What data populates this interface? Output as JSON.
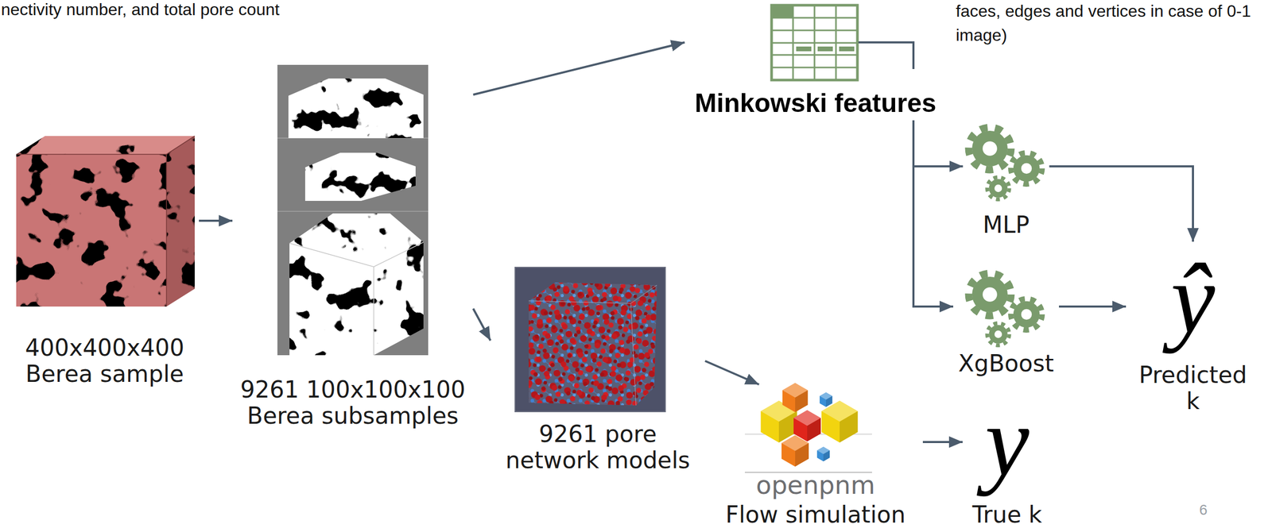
{
  "diagram": {
    "nodes": [
      {
        "text": [
          "400x400x400 Berea sample"
        ]
      },
      {
        "text": [
          "9261 100x100x100 Berea subsamples"
        ]
      },
      {
        "text": [
          "Minkowski features"
        ]
      },
      {
        "text": [
          "MLP"
        ]
      },
      {
        "text": [
          "XgBoost"
        ]
      },
      {
        "text": [
          "ŷ",
          "Predicted k"
        ]
      },
      {
        "text": [
          "9261 pore network models"
        ]
      },
      {
        "text": [
          "openpnm",
          "Flow simulation"
        ]
      },
      {
        "text": [
          "y",
          "True k"
        ]
      }
    ],
    "edges": [
      {
        "from": 0,
        "to": 1,
        "arrow": "to"
      },
      {
        "from": 1,
        "to": 2,
        "arrow": "to"
      },
      {
        "from": 1,
        "to": 6,
        "arrow": "to"
      },
      {
        "from": 2,
        "to": 3,
        "arrow": "to"
      },
      {
        "from": 2,
        "to": 4,
        "arrow": "to"
      },
      {
        "from": 3,
        "to": 5,
        "arrow": "to"
      },
      {
        "from": 4,
        "to": 5,
        "arrow": "to"
      },
      {
        "from": 6,
        "to": 7,
        "arrow": "to"
      },
      {
        "from": 7,
        "to": 8,
        "arrow": "to"
      }
    ],
    "labels": [
      "nectivity number, and total pore count",
      "faces, edges and vertices in case of 0-1 image)",
      "6"
    ]
  }
}
